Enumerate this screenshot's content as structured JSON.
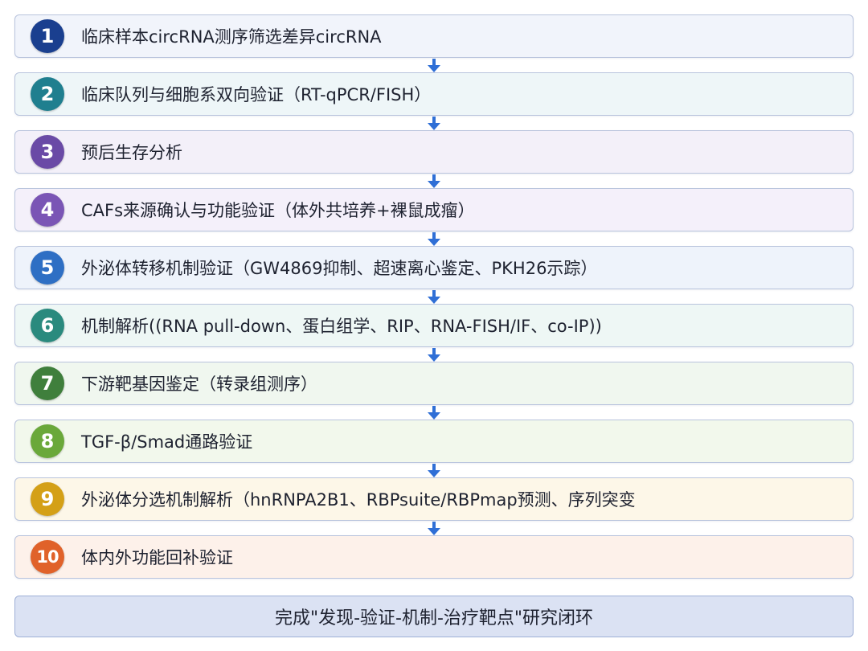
{
  "steps": [
    {
      "number": "1",
      "text": "临床样本circRNA测序筛选差异circRNA",
      "badge_color": "#1a3f8f",
      "box_color": "#f1f4fb"
    },
    {
      "number": "2",
      "text": "临床队列与细胞系双向验证（RT-qPCR/FISH）",
      "badge_color": "#1f7f8f",
      "box_color": "#eef6f8"
    },
    {
      "number": "3",
      "text": "预后生存分析",
      "badge_color": "#6a4aa6",
      "box_color": "#f3f0f9"
    },
    {
      "number": "4",
      "text": "CAFs来源确认与功能验证（体外共培养+裸鼠成瘤）",
      "badge_color": "#7a55b5",
      "box_color": "#f4f0fa"
    },
    {
      "number": "5",
      "text": "外泌体转移机制验证（GW4869抑制、超速离心鉴定、PKH26示踪）",
      "badge_color": "#2e6fc4",
      "box_color": "#eef3fb"
    },
    {
      "number": "6",
      "text": "机制解析((RNA pull-down、蛋白组学、RIP、RNA-FISH/IF、co-IP))",
      "badge_color": "#2a8a7e",
      "box_color": "#eef7f5"
    },
    {
      "number": "7",
      "text": "下游靶基因鉴定（转录组测序）",
      "badge_color": "#3f7f3c",
      "box_color": "#f0f7ef"
    },
    {
      "number": "8",
      "text": "TGF-β/Smad通路验证",
      "badge_color": "#6aa83a",
      "box_color": "#f2f8ec"
    },
    {
      "number": "9",
      "text": "外泌体分选机制解析（hnRNPA2B1、RBPsuite/RBPmap预测、序列突变",
      "badge_color": "#d4a017",
      "box_color": "#fdf7e8"
    },
    {
      "number": "10",
      "text": "体内外功能回补验证",
      "badge_color": "#e0622a",
      "box_color": "#fdf1ea"
    }
  ],
  "conclusion": {
    "text": "完成\"发现-验证-机制-治疗靶点\"研究闭环"
  },
  "colors": {
    "arrow": "#2f6fd6",
    "border": "#b9c4dd",
    "conclusion_bg": "#dbe2f3"
  }
}
